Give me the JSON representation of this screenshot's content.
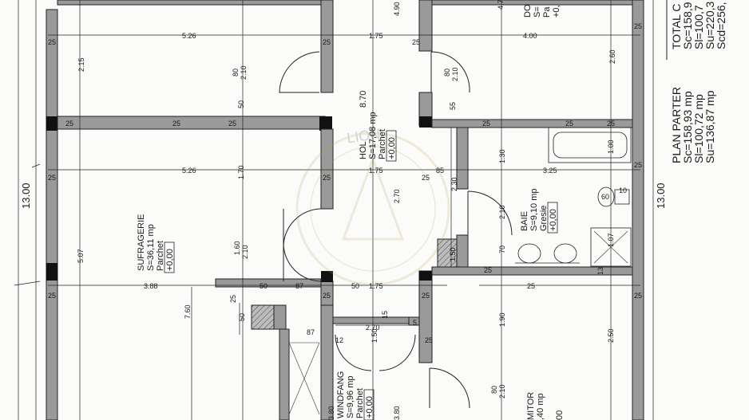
{
  "plan_title": "PLAN PARTER",
  "totals": {
    "heading": "TOTAL C",
    "sc": "Sc=158,9",
    "sl": "Sl=100,7",
    "su": "Su=220,3",
    "scd": "Scd=256,"
  },
  "plan_summary": {
    "sc": "Sc=158,93 mp",
    "sl": "Sl=100,72 mp",
    "su": "Su=136,87 mp"
  },
  "rooms": {
    "sufragerie": {
      "name": "SUFRAGERIE",
      "area": "S=36,11 mp",
      "floor": "Parchet",
      "level": "+0,00"
    },
    "hol": {
      "name": "HOL",
      "area": "S=17,08 mp",
      "floor": "Parchet",
      "level": "+0,00"
    },
    "baie": {
      "name": "BAIE",
      "area": "S=9,10 mp",
      "floor": "Gresie",
      "level": "+0,00"
    },
    "windfang": {
      "name": "WINDFANG",
      "area": "S=9,96 mp",
      "floor": "Parchet",
      "level": "+0,00"
    },
    "dormitor_top": {
      "name": "DO",
      "area": "S=",
      "floor": "Pa",
      "level": "+0,"
    },
    "dormitor_bottom": {
      "name": "MITOR",
      "area": ",40 mp",
      "floor": "",
      "level": "00"
    }
  },
  "dims": {
    "total_height_left": "13.00",
    "total_height_right": "13.00",
    "h_526_a": "5.26",
    "h_526_b": "5.26",
    "h_175_a": "1.75",
    "h_175_b": "1.75",
    "h_175_c": "1.75",
    "h_400": "4.00",
    "h_325": "3.25",
    "h_388": "3.88",
    "h_85": "85",
    "h_50": "50",
    "h_87": "87",
    "h_15": "15",
    "v_215": "2.15",
    "v_170": "1.70",
    "v_507": "5.07",
    "v_760": "7.60",
    "v_870": "8.70",
    "v_270": "2.70",
    "v_260": "2.60",
    "v_130": "1.30",
    "v_190": "1.90",
    "v_250": "2.50",
    "v_230": "2.30",
    "v_380_a": "3.80",
    "v_380_b": "3.80",
    "v_490": "4.90",
    "v_47": "4.7",
    "v_4": "4.",
    "v_160": "1.60",
    "v_100": "1.00",
    "v_150": "1.50",
    "v_107": "1.07",
    "door_80_210": "80",
    "door_h_210": "2.10",
    "d25": "25",
    "d50": "50",
    "d55": "55",
    "d70": "70",
    "d13": "13",
    "d5": "5",
    "d12": "12",
    "d270": "2.70",
    "d150b": "1.50",
    "w60": "60",
    "w10": "10"
  },
  "watermark": "LION"
}
